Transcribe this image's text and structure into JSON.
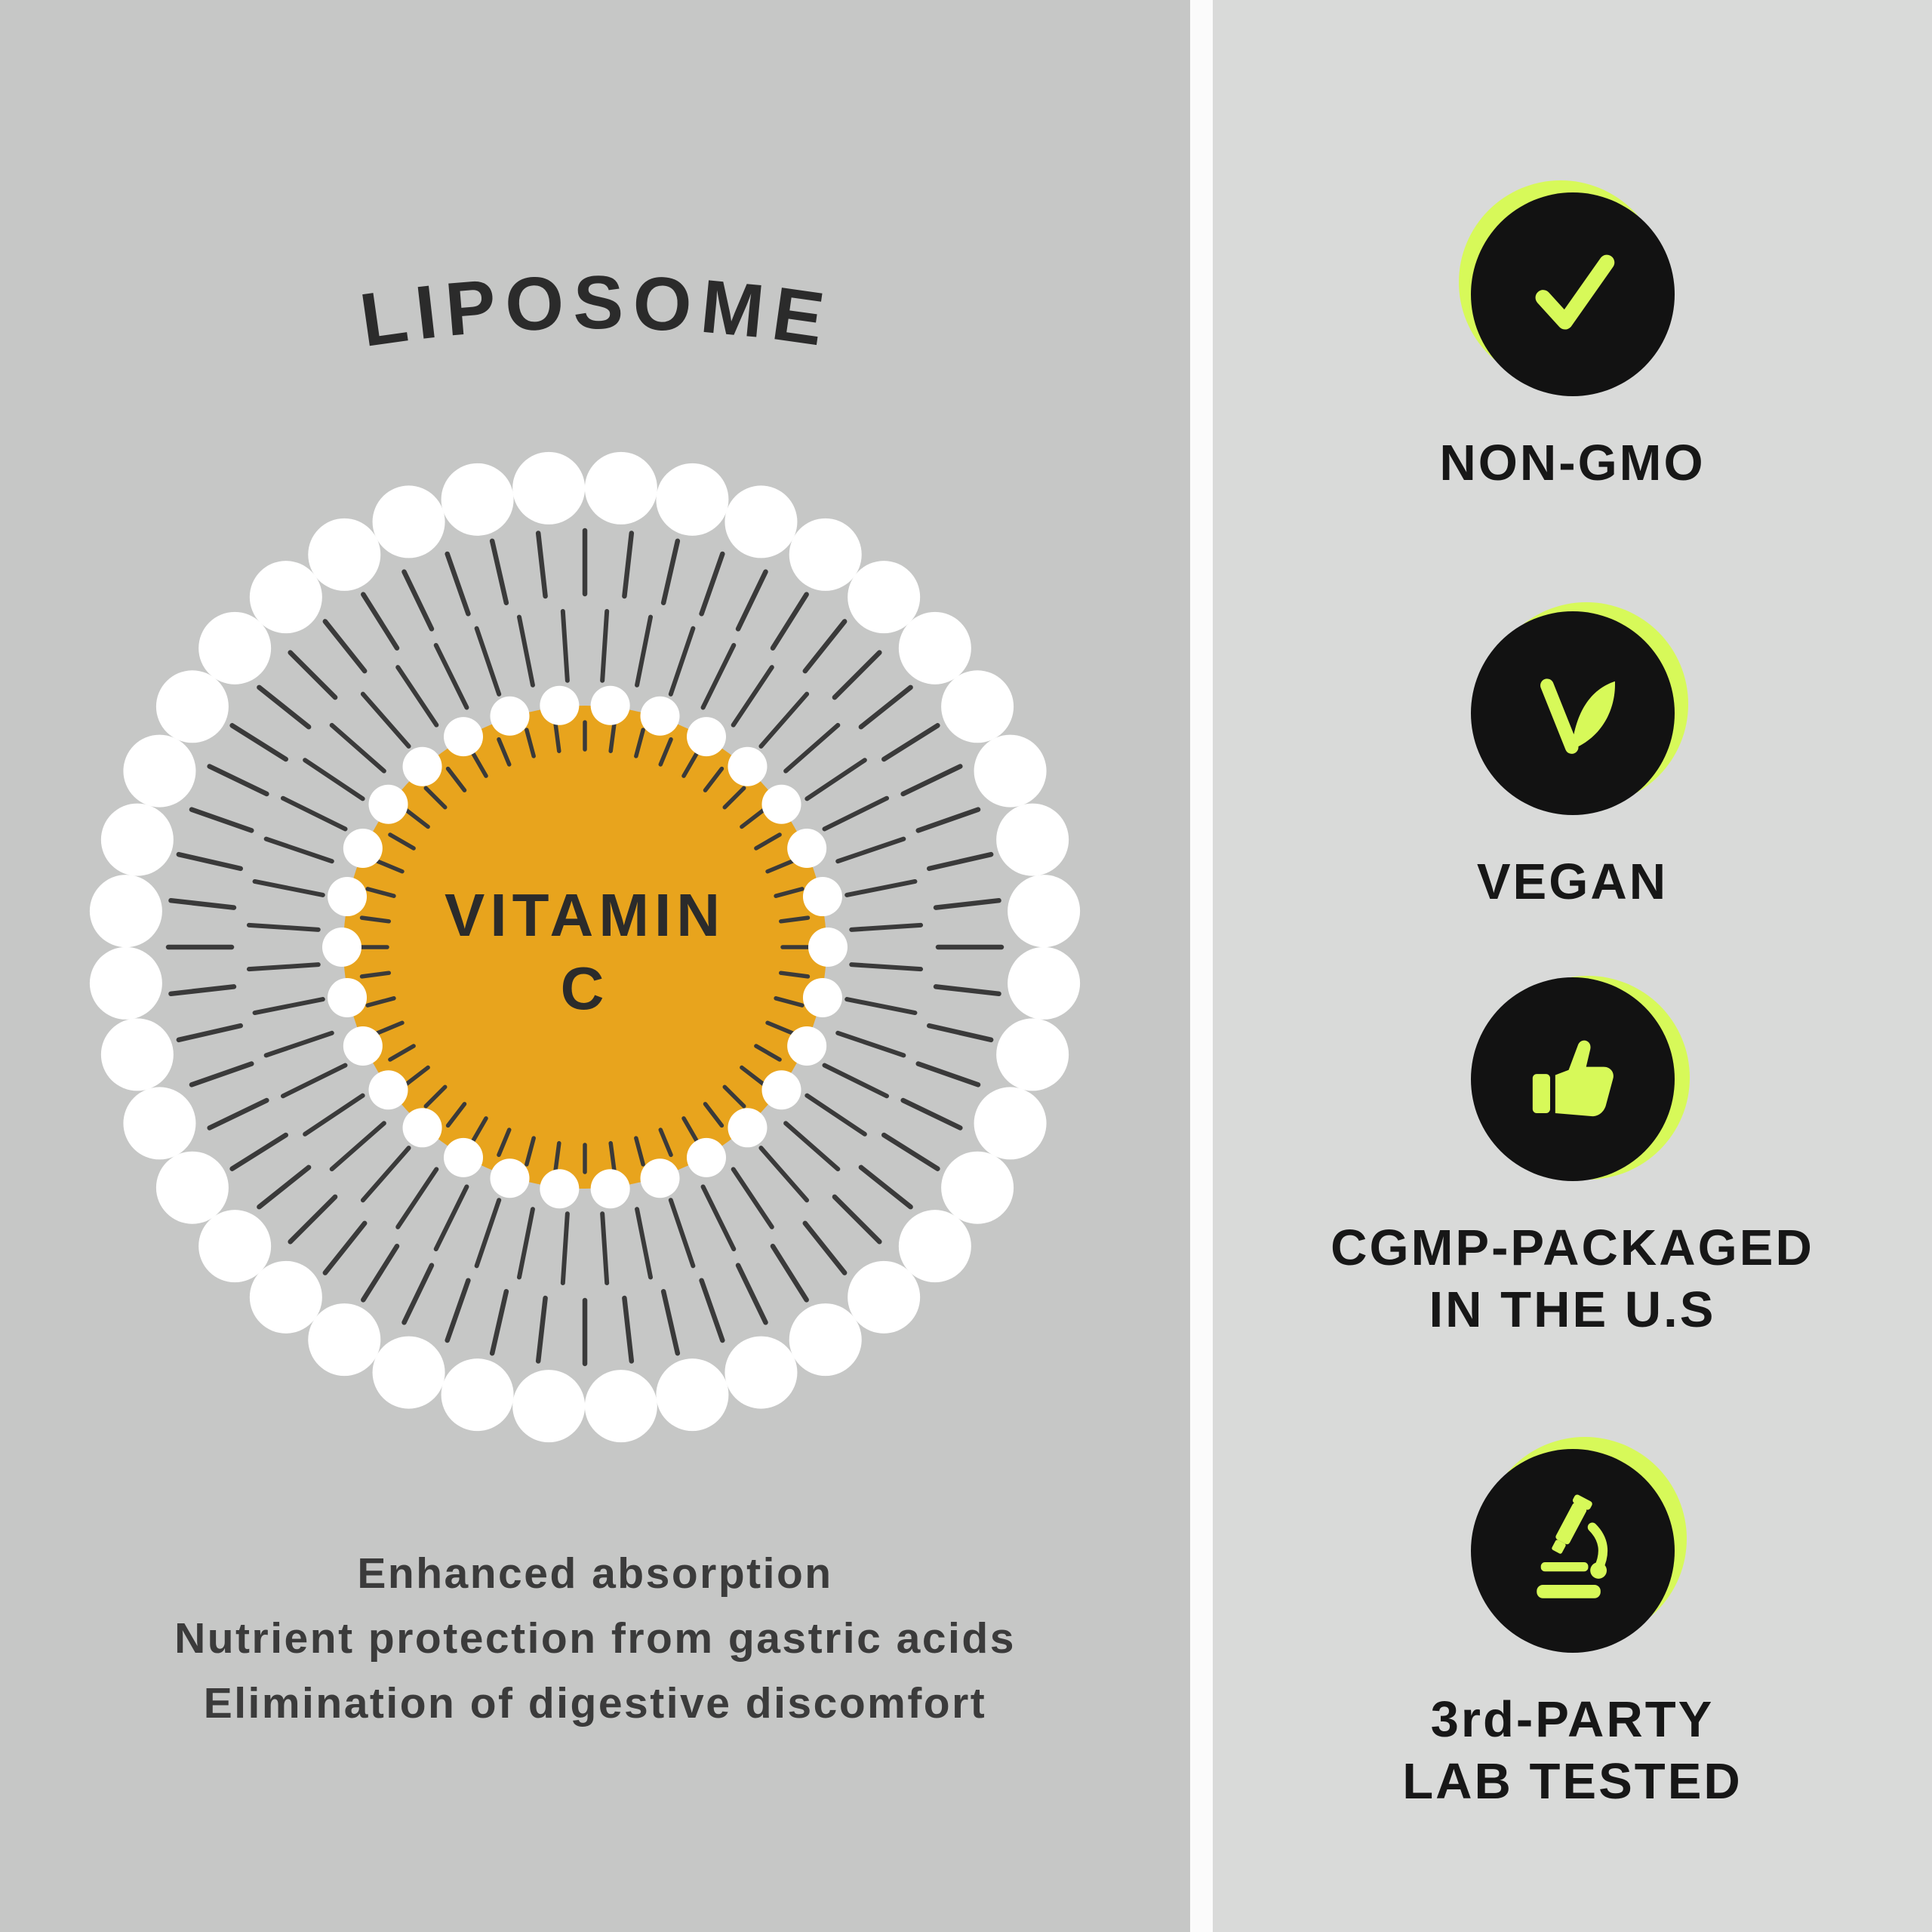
{
  "colors": {
    "left_bg": "#c6c7c6",
    "right_bg": "#d9dad9",
    "divider": "#fbfbfb",
    "accent_lime": "#d7f959",
    "badge_black": "#121212",
    "core_orange": "#e8a41d",
    "bead_white": "#ffffff",
    "tail_dark": "#3a3a3a",
    "title_color": "#2b2b2b",
    "text_dark": "#3b3b3b",
    "label_dark": "#171717"
  },
  "liposome": {
    "title": "LIPOSOME",
    "core_label_line1": "VITAMIN",
    "core_label_line2": "C",
    "benefits": [
      "Enhanced absorption",
      "Nutrient protection from gastric acids",
      "Elimination of digestive discomfort"
    ]
  },
  "badges": [
    {
      "icon": "check-icon",
      "lines": [
        "NON-GMO"
      ]
    },
    {
      "icon": "vegan-leaf-icon",
      "lines": [
        "VEGAN"
      ]
    },
    {
      "icon": "thumbs-up-icon",
      "lines": [
        "CGMP-PACKAGED",
        "IN THE U.S"
      ]
    },
    {
      "icon": "microscope-icon",
      "lines": [
        "3rd-PARTY",
        "LAB TESTED"
      ]
    }
  ]
}
